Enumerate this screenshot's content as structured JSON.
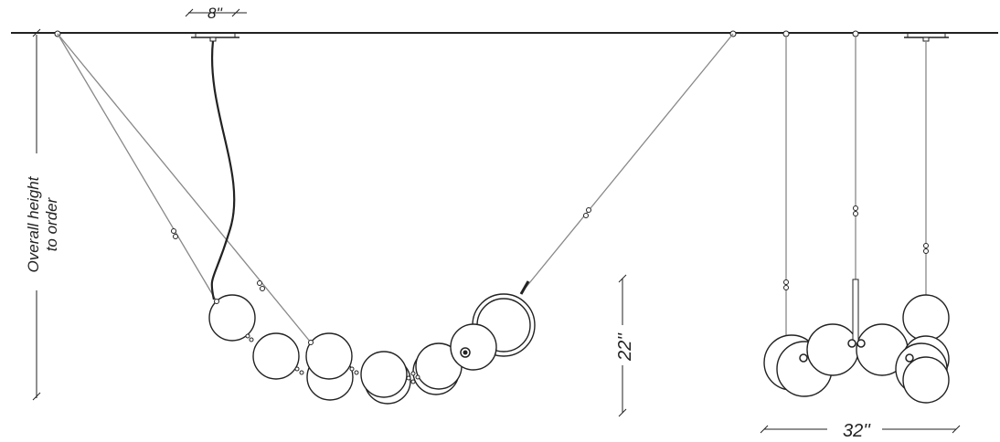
{
  "dimensions": {
    "canopy_width": "8''",
    "overall_height_line1": "Overall height",
    "overall_height_line2": "to order",
    "drop_height": "22''",
    "side_width": "32''"
  }
}
